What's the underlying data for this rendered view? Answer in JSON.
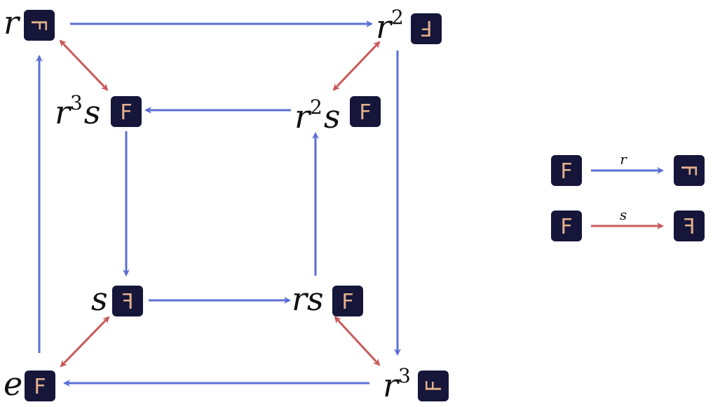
{
  "colors": {
    "rotation_arrow": "#5b6fd6",
    "reflection_arrow": "#c95a5a",
    "tile_background": "#15163a",
    "tile_letter": "#e4b08c",
    "node_text": "#111111"
  },
  "tile_letter": "F",
  "nodes": [
    {
      "id": "r",
      "base": "r",
      "sup": "",
      "tail": "",
      "f_transform": "rotate-90"
    },
    {
      "id": "r2",
      "base": "r",
      "sup": "2",
      "tail": "",
      "f_transform": "rotate-180"
    },
    {
      "id": "r3s",
      "base": "r",
      "sup": "3",
      "tail": "s",
      "f_transform": "reflect-rotated"
    },
    {
      "id": "r2s",
      "base": "r",
      "sup": "2",
      "tail": "s",
      "f_transform": "reflect-rotated"
    },
    {
      "id": "s",
      "base": "s",
      "sup": "",
      "tail": "",
      "f_transform": "reflect"
    },
    {
      "id": "rs",
      "base": "r",
      "sup": "",
      "tail": "s",
      "f_transform": "reflect-rotated"
    },
    {
      "id": "e",
      "base": "e",
      "sup": "",
      "tail": "",
      "f_transform": "identity"
    },
    {
      "id": "r3",
      "base": "r",
      "sup": "3",
      "tail": "",
      "f_transform": "rotate-270"
    }
  ],
  "edges": [
    {
      "from": "r",
      "to": "r2",
      "kind": "rotation"
    },
    {
      "from": "r2",
      "to": "r3",
      "kind": "rotation"
    },
    {
      "from": "r3",
      "to": "e",
      "kind": "rotation"
    },
    {
      "from": "e",
      "to": "r",
      "kind": "rotation"
    },
    {
      "from": "r2s",
      "to": "r3s",
      "kind": "rotation"
    },
    {
      "from": "r3s",
      "to": "s",
      "kind": "rotation"
    },
    {
      "from": "s",
      "to": "rs",
      "kind": "rotation"
    },
    {
      "from": "rs",
      "to": "r2s",
      "kind": "rotation"
    },
    {
      "from": "r",
      "to": "r3s",
      "kind": "reflection"
    },
    {
      "from": "r2",
      "to": "r2s",
      "kind": "reflection"
    },
    {
      "from": "s",
      "to": "e",
      "kind": "reflection"
    },
    {
      "from": "rs",
      "to": "r3",
      "kind": "reflection"
    }
  ],
  "legend": [
    {
      "label": "r",
      "kind": "rotation",
      "from_transform": "identity",
      "to_transform": "rotate-90"
    },
    {
      "label": "s",
      "kind": "reflection",
      "from_transform": "identity",
      "to_transform": "reflect"
    }
  ]
}
